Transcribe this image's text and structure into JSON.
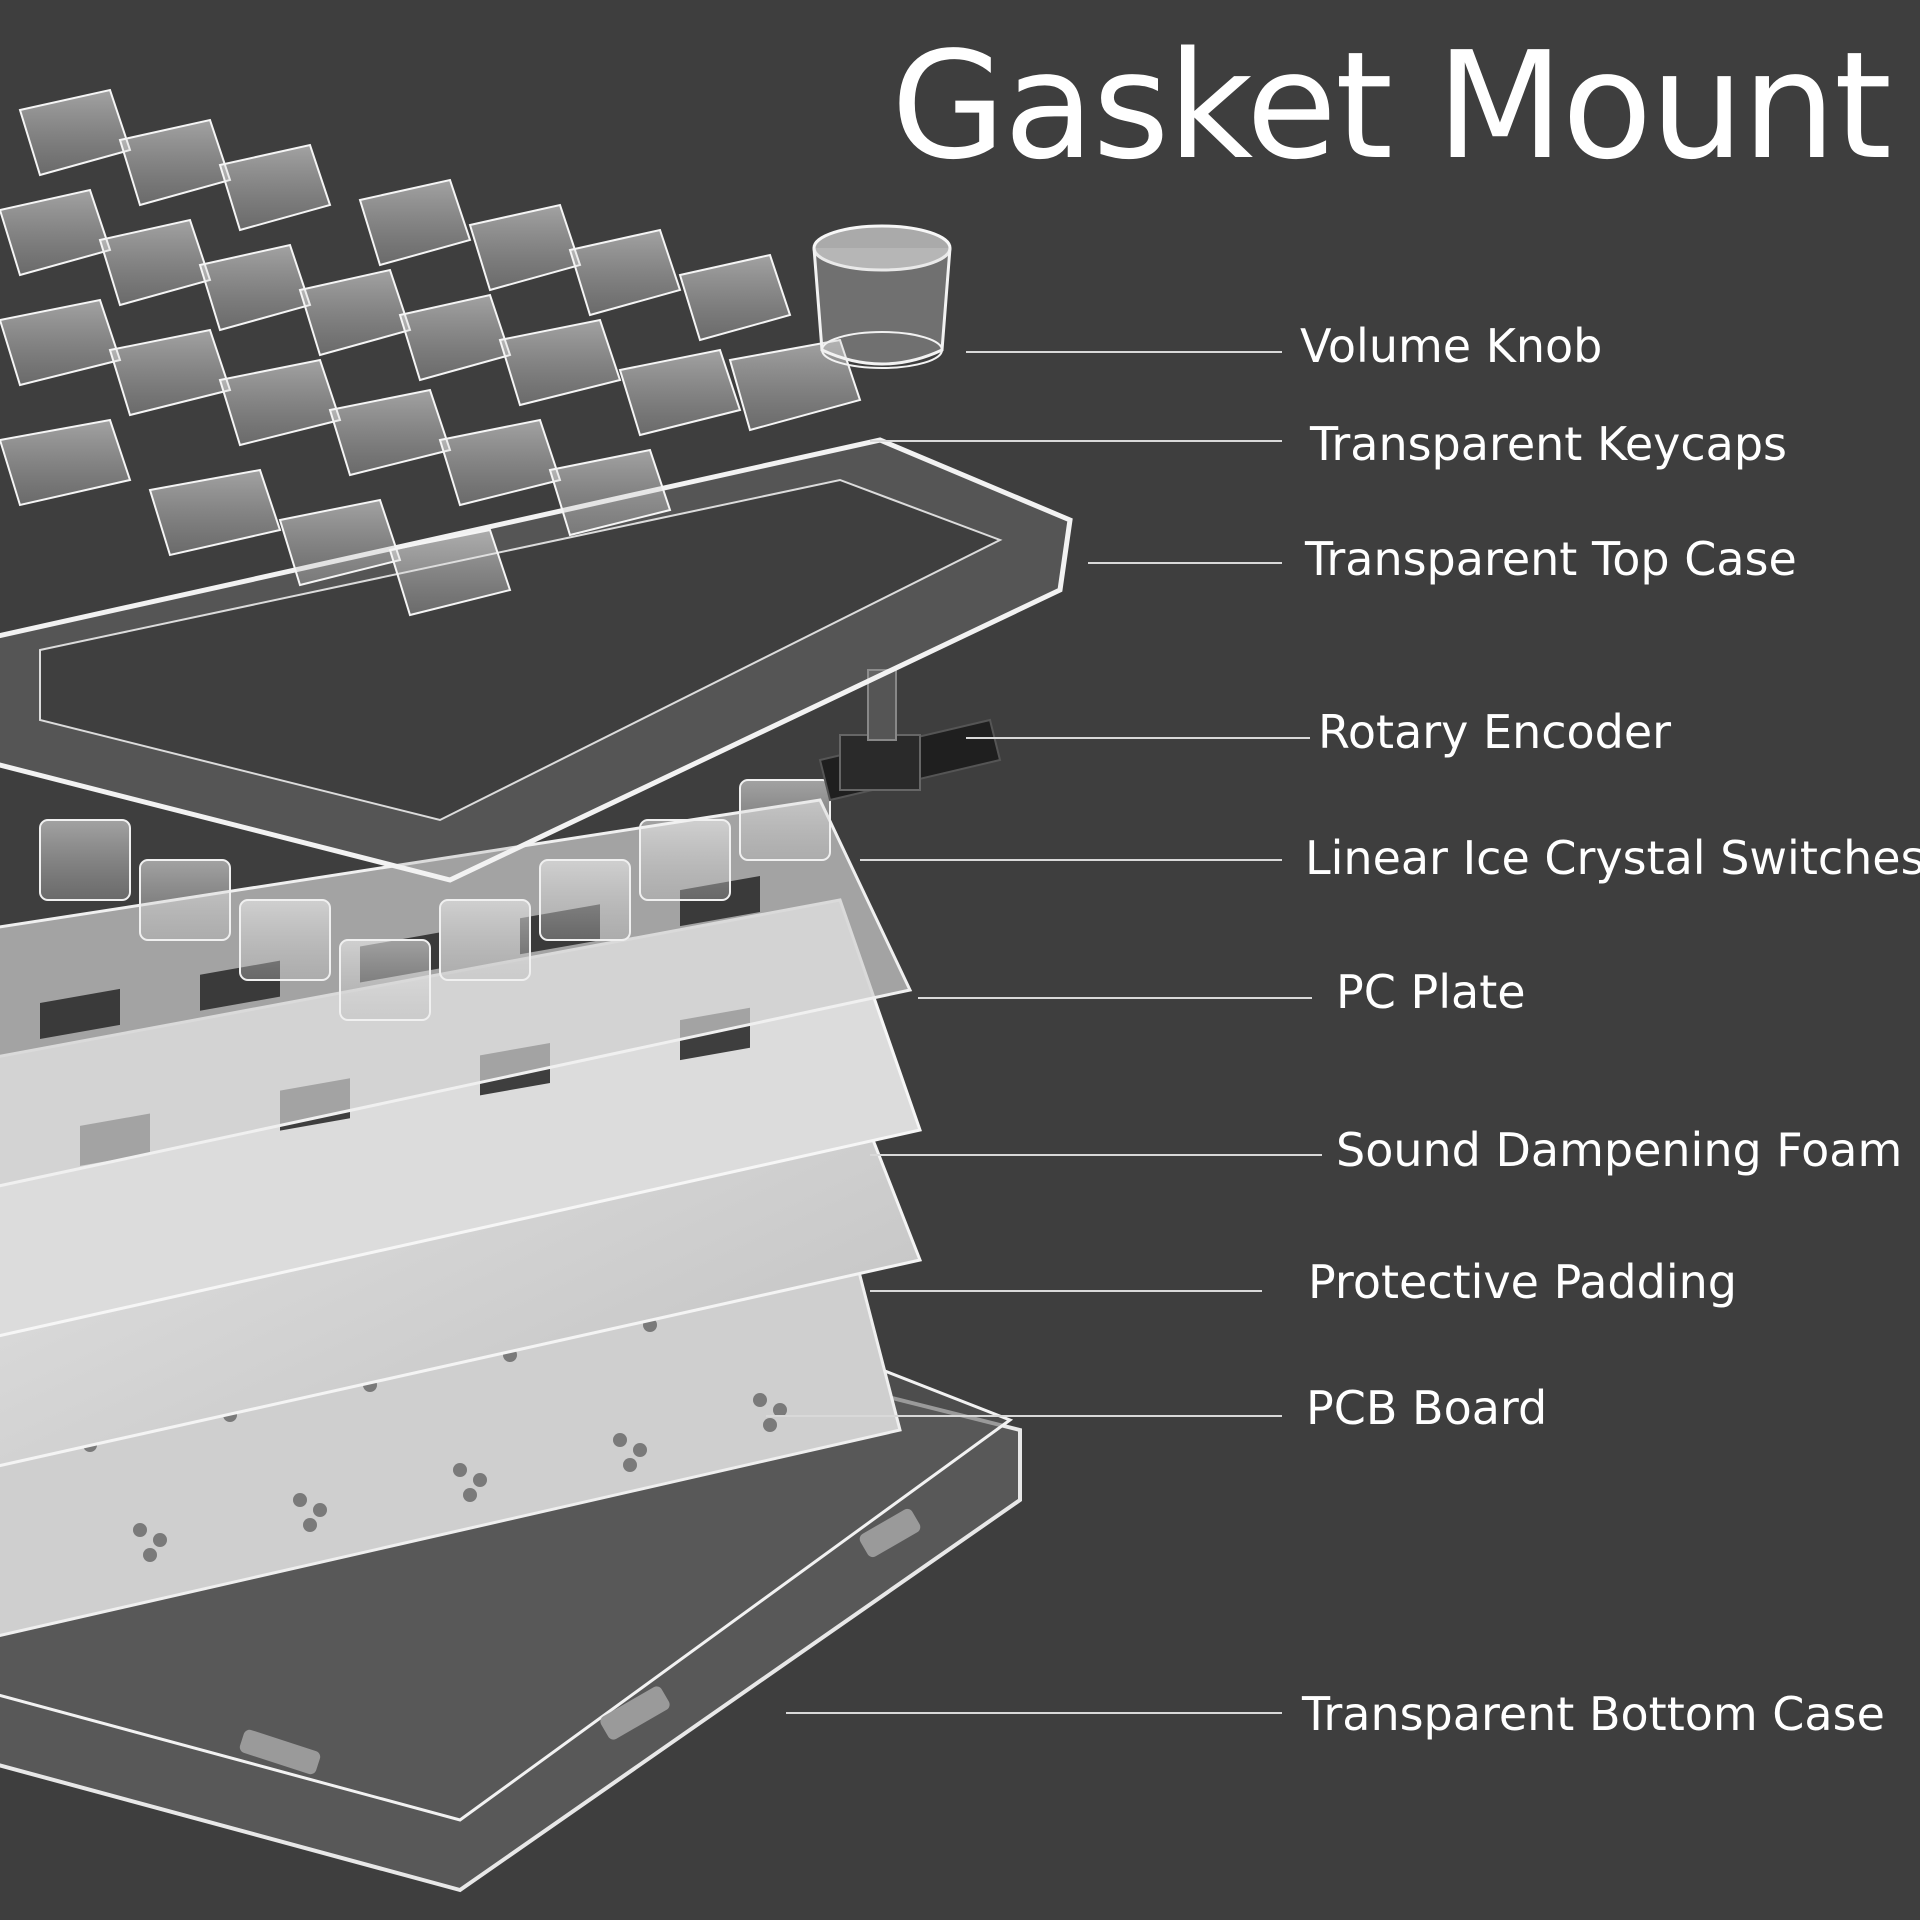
{
  "title": "Gasket Mount",
  "colors": {
    "background": "#3e3e3e",
    "text": "#ffffff",
    "leader": "#d9d9d9"
  },
  "labels": [
    {
      "key": "volume_knob",
      "text": "Volume Knob"
    },
    {
      "key": "keycaps",
      "text": "Transparent Keycaps"
    },
    {
      "key": "top_case",
      "text": "Transparent Top Case"
    },
    {
      "key": "rotary_encoder",
      "text": "Rotary Encoder"
    },
    {
      "key": "switches",
      "text": "Linear Ice Crystal Switches"
    },
    {
      "key": "pc_plate",
      "text": "PC Plate"
    },
    {
      "key": "foam",
      "text": "Sound Dampening Foam"
    },
    {
      "key": "padding",
      "text": "Protective Padding"
    },
    {
      "key": "pcb",
      "text": "PCB Board"
    },
    {
      "key": "bottom_case",
      "text": "Transparent Bottom Case"
    }
  ]
}
